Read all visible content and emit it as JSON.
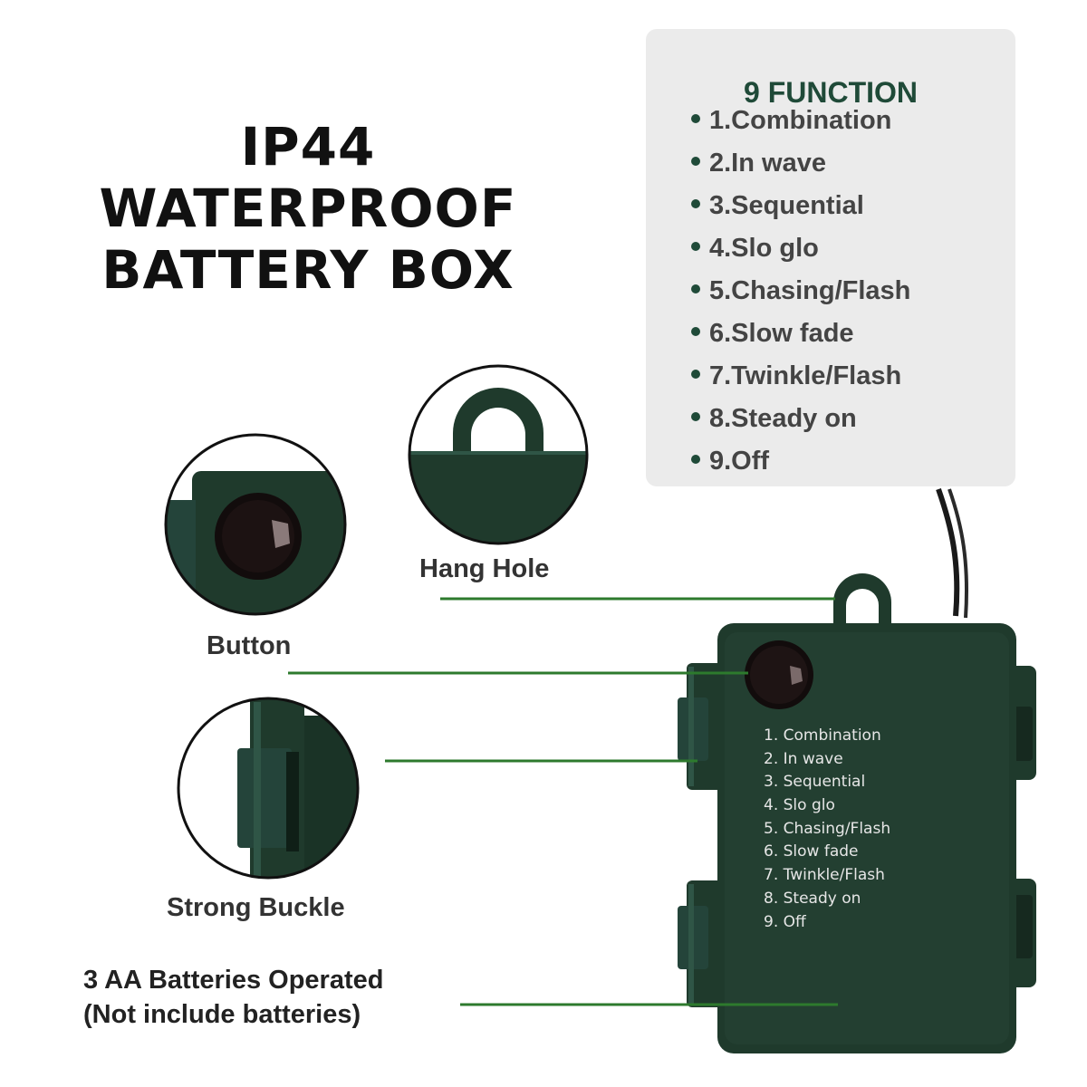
{
  "headline": {
    "line1": "IP44 WATERPROOF",
    "line2": "BATTERY BOX"
  },
  "functions_panel": {
    "title": "9 FUNCTION",
    "items": [
      "1.Combination",
      "2.In wave",
      "3.Sequential",
      "4.Slo glo",
      "5.Chasing/Flash",
      "6.Slow fade",
      "7.Twinkle/Flash",
      "8.Steady on",
      "9.Off"
    ]
  },
  "callouts": {
    "hang_hole": "Hang Hole",
    "button": "Button",
    "strong_buckle": "Strong Buckle",
    "batteries_line1": "3 AA Batteries Operated",
    "batteries_line2": "(Not include batteries)"
  },
  "box_printed_list": [
    "1. Combination",
    "2. In wave",
    "3. Sequential",
    "4. Slo glo",
    "5. Chasing/Flash",
    "6. Slow fade",
    "7. Twinkle/Flash",
    "8. Steady on",
    "9. Off"
  ],
  "colors": {
    "box_green": "#1f3a2c",
    "leader_line_green": "#2d7a2d",
    "panel_bg": "#ebebeb",
    "title_green": "#1f4a38"
  }
}
